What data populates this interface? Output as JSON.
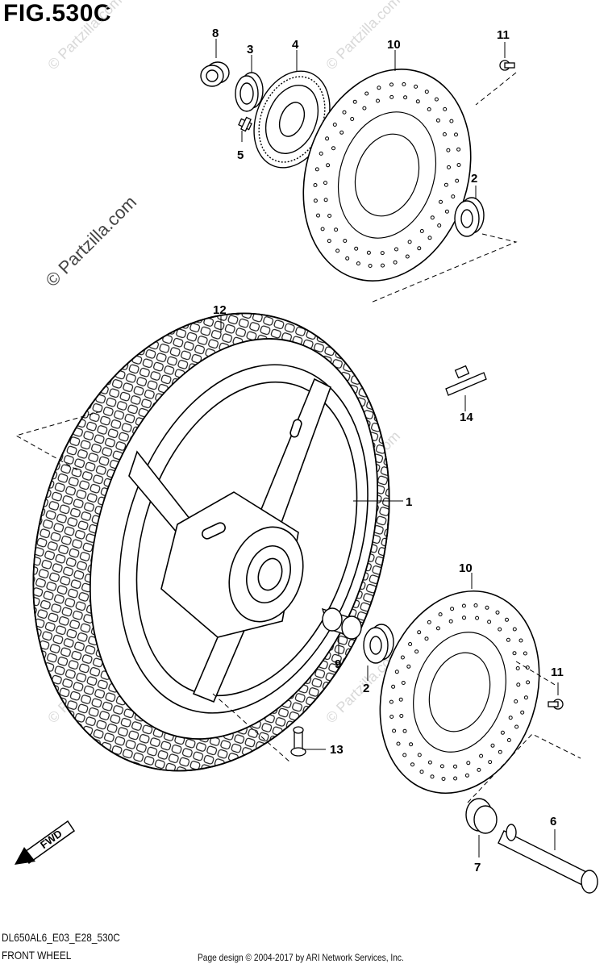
{
  "figure": {
    "title": "FIG.530C",
    "model_code": "DL650AL6_E03_E28_530C",
    "caption": "FRONT WHEEL",
    "footer": "Page design © 2004-2017 by ARI Network Services, Inc."
  },
  "watermark": {
    "main": "© Partzilla.com",
    "faint": "© Partzilla.com"
  },
  "callouts": {
    "c1": "1",
    "c2a": "2",
    "c2b": "2",
    "c3": "3",
    "c4": "4",
    "c5": "5",
    "c6": "6",
    "c7": "7",
    "c8": "8",
    "c9": "9",
    "c10a": "10",
    "c10b": "10",
    "c11a": "11",
    "c11b": "11",
    "c12": "12",
    "c13": "13",
    "c14": "14"
  },
  "fwd_arrow": {
    "label": "FWD"
  },
  "colors": {
    "line": "#000000",
    "watermark": "#d8d8d8"
  }
}
